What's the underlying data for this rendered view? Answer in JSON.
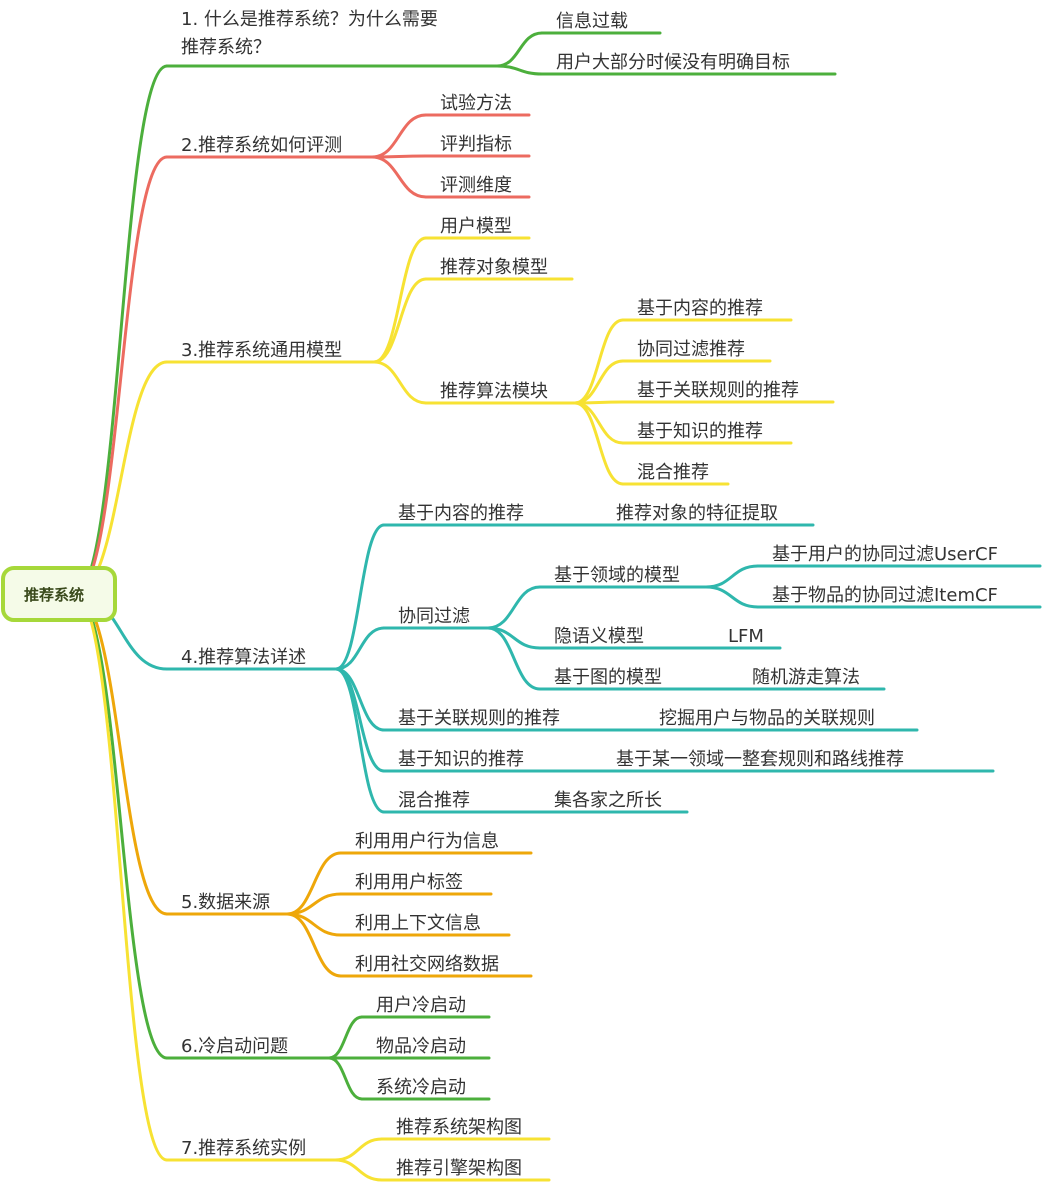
{
  "root": {
    "label": "推荐系统"
  },
  "colors": {
    "green": "#4caf3c",
    "red": "#ec6b60",
    "yellow": "#f7e233",
    "teal": "#2fb7ad",
    "orange": "#eea70a",
    "root_border": "#a6d83a",
    "root_fill": "#f5fbe8"
  },
  "branches": [
    {
      "label_lines": [
        "1. 什么是推荐系统？为什么需要",
        "推荐系统？"
      ],
      "color": "green",
      "children": [
        {
          "label": "信息过载"
        },
        {
          "label": "用户大部分时候没有明确目标"
        }
      ]
    },
    {
      "label": "2.推荐系统如何评测",
      "color": "red",
      "children": [
        {
          "label": "试验方法"
        },
        {
          "label": "评判指标"
        },
        {
          "label": "评测维度"
        }
      ]
    },
    {
      "label": "3.推荐系统通用模型",
      "color": "yellow",
      "children": [
        {
          "label": "用户模型"
        },
        {
          "label": "推荐对象模型"
        },
        {
          "label": "推荐算法模块",
          "children": [
            {
              "label": "基于内容的推荐"
            },
            {
              "label": "协同过滤推荐"
            },
            {
              "label": "基于关联规则的推荐"
            },
            {
              "label": "基于知识的推荐"
            },
            {
              "label": "混合推荐"
            }
          ]
        }
      ]
    },
    {
      "label": "4.推荐算法详述",
      "color": "teal",
      "children": [
        {
          "label": "基于内容的推荐",
          "children": [
            {
              "label": "推荐对象的特征提取"
            }
          ]
        },
        {
          "label": "协同过滤",
          "children": [
            {
              "label": "基于领域的模型",
              "children": [
                {
                  "label": "基于用户的协同过滤UserCF"
                },
                {
                  "label": "基于物品的协同过滤ItemCF"
                }
              ]
            },
            {
              "label": "隐语义模型",
              "children": [
                {
                  "label": "LFM"
                }
              ]
            },
            {
              "label": "基于图的模型",
              "children": [
                {
                  "label": "随机游走算法"
                }
              ]
            }
          ]
        },
        {
          "label": "基于关联规则的推荐",
          "children": [
            {
              "label": "挖掘用户与物品的关联规则"
            }
          ]
        },
        {
          "label": "基于知识的推荐",
          "children": [
            {
              "label": "基于某一领域一整套规则和路线推荐"
            }
          ]
        },
        {
          "label": "混合推荐",
          "children": [
            {
              "label": "集各家之所长"
            }
          ]
        }
      ]
    },
    {
      "label": "5.数据来源",
      "color": "orange",
      "children": [
        {
          "label": "利用用户行为信息"
        },
        {
          "label": "利用用户标签"
        },
        {
          "label": "利用上下文信息"
        },
        {
          "label": "利用社交网络数据"
        }
      ]
    },
    {
      "label": "6.冷启动问题",
      "color": "green",
      "children": [
        {
          "label": "用户冷启动"
        },
        {
          "label": "物品冷启动"
        },
        {
          "label": "系统冷启动"
        }
      ]
    },
    {
      "label": "7.推荐系统实例",
      "color": "yellow",
      "children": [
        {
          "label": "推荐系统架构图"
        },
        {
          "label": "推荐引擎架构图"
        }
      ]
    }
  ]
}
